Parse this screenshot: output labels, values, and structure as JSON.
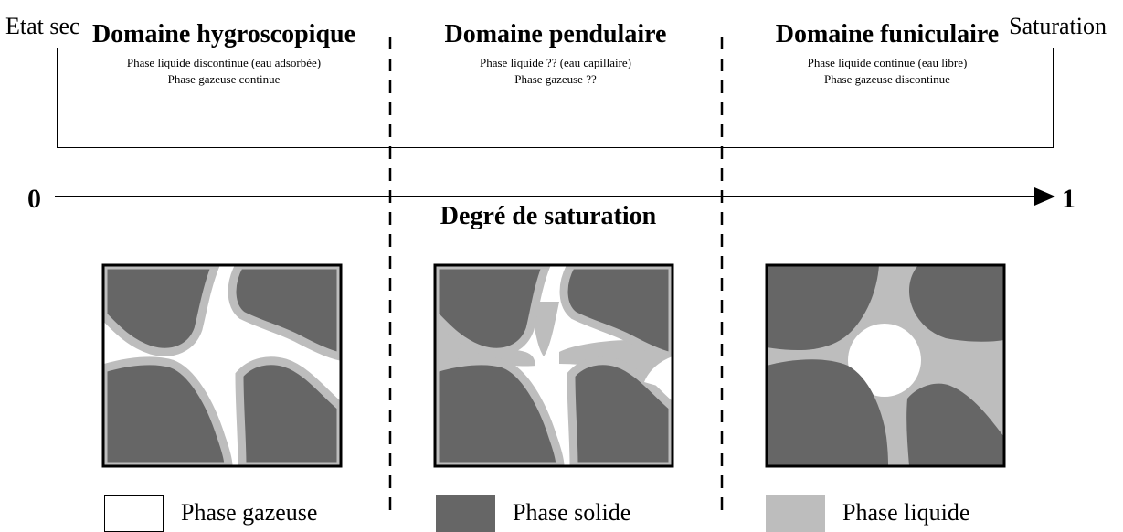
{
  "header": {
    "left": "Etat sec",
    "right": "Saturation"
  },
  "domains": [
    {
      "title": "Domaine hygroscopique",
      "line1": "Phase liquide discontinue (eau adsorbée)",
      "line2": "Phase gazeuse continue"
    },
    {
      "title": "Domaine pendulaire",
      "line1": "Phase liquide ?? (eau capillaire)",
      "line2": "Phase gazeuse ??"
    },
    {
      "title": "Domaine funiculaire",
      "line1": "Phase liquide continue (eau libre)",
      "line2": "Phase gazeuse discontinue"
    }
  ],
  "axis": {
    "start": "0",
    "end": "1",
    "title": "Degré de saturation"
  },
  "legend": [
    {
      "label": "Phase gazeuse",
      "color": "#ffffff"
    },
    {
      "label": "Phase solide",
      "color": "#666666"
    },
    {
      "label": "Phase liquide",
      "color": "#bdbdbd"
    }
  ],
  "colors": {
    "solid": "#666666",
    "liquid": "#bdbdbd",
    "gas": "#ffffff"
  }
}
